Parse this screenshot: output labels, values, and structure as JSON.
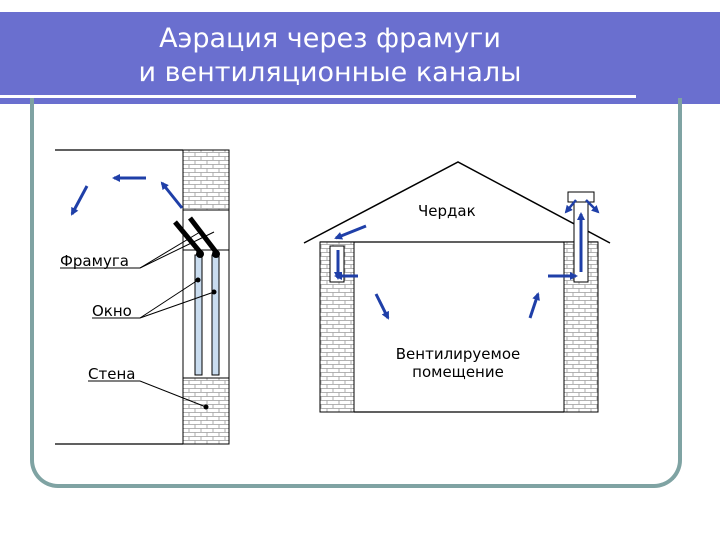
{
  "slide": {
    "title_line1": "Аэрация через фрамуги",
    "title_line2": "и вентиляционные каналы"
  },
  "left_diagram": {
    "labels": {
      "framuga": "Фрамуга",
      "okno": "Окно",
      "stena": "Стена"
    }
  },
  "right_diagram": {
    "labels": {
      "cherdak": "Чердак",
      "room_line1": "Вентилируемое",
      "room_line2": "помещение"
    }
  },
  "colors": {
    "title_bg": "#6a6fcf",
    "frame": "#7fa3a3",
    "arrow": "#1f3fa8",
    "brick_line": "#9a9a9a",
    "glass": "#c9dcef"
  }
}
